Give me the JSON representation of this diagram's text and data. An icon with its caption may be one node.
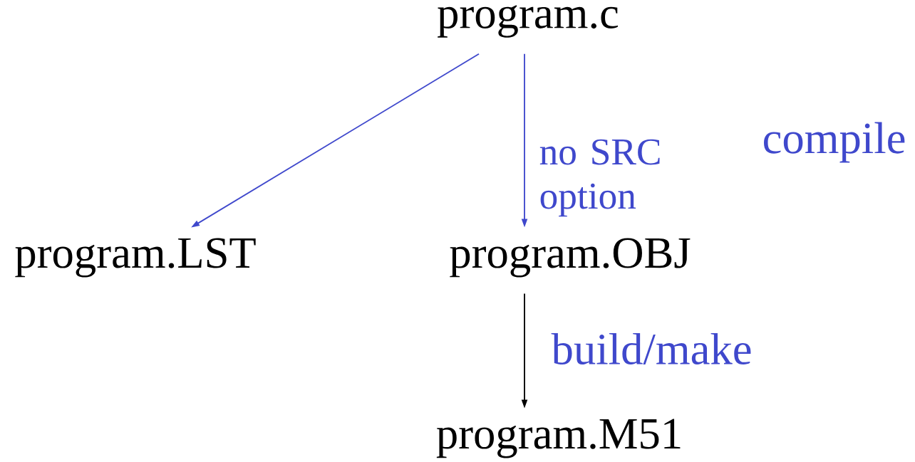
{
  "diagram": {
    "nodes": [
      {
        "text": [
          "program.c"
        ]
      },
      {
        "text": [
          "program.LST"
        ]
      },
      {
        "text": [
          "program.OBJ"
        ]
      },
      {
        "text": [
          "program.M51"
        ]
      }
    ],
    "edges": [
      {
        "from": 0,
        "to": 1,
        "arrow": "to",
        "color": "#3f48cc"
      },
      {
        "from": 0,
        "to": 2,
        "arrow": "to",
        "label": "no SRC option",
        "color": "#3f48cc"
      },
      {
        "from": 2,
        "to": 3,
        "arrow": "to",
        "label": "build/make",
        "color": "#000000"
      }
    ],
    "labels": [
      "compile"
    ]
  }
}
